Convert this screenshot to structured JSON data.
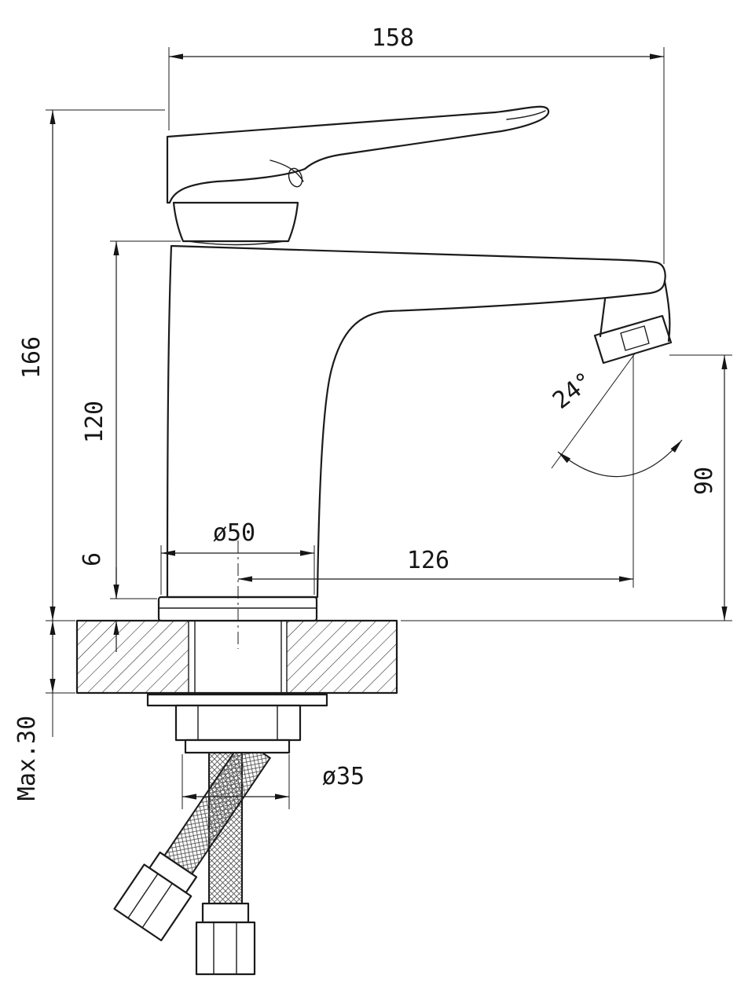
{
  "drawing": {
    "type": "technical-dimension-drawing",
    "subject": "single-lever basin mixer faucet, side view with mounting hardware and flexible supply hoses",
    "background_color": "#ffffff",
    "line_color": "#1b1b1b",
    "dims": {
      "overall_length": "158",
      "overall_height": "166",
      "height_to_body_top": "120",
      "base_plate_height": "6",
      "base_diameter": "ø50",
      "spout_reach": "126",
      "stream_angle": "24°",
      "spout_height": "90",
      "max_mounting_thickness": "Max.30",
      "mounting_hole_diameter": "ø35"
    }
  }
}
